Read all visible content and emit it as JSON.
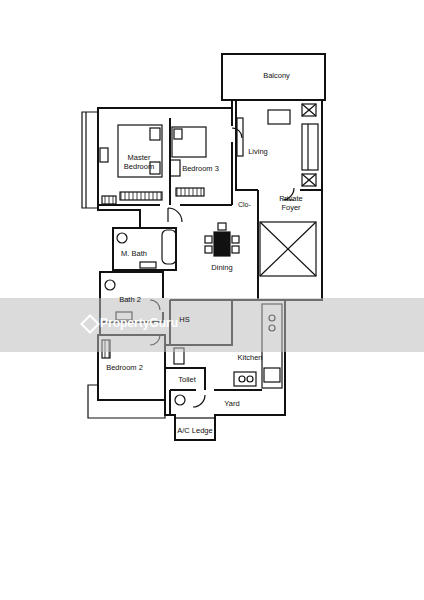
{
  "diagram": {
    "nodes": [
      {
        "text": [
          "Balcony"
        ]
      },
      {
        "text": [
          "Master Bedroom"
        ]
      },
      {
        "text": [
          "Bedroom 3"
        ]
      },
      {
        "text": [
          "Living"
        ]
      },
      {
        "text": [
          "Private Foyer"
        ]
      },
      {
        "text": [
          "M. Bath"
        ]
      },
      {
        "text": [
          "Dining"
        ]
      },
      {
        "text": [
          "Bath 2"
        ]
      },
      {
        "text": [
          "HS"
        ]
      },
      {
        "text": [
          "Kitchen"
        ]
      },
      {
        "text": [
          "Bedroom 2"
        ]
      },
      {
        "text": [
          "Toilet"
        ]
      },
      {
        "text": [
          "Yard"
        ]
      },
      {
        "text": [
          "A/C Ledge"
        ]
      }
    ],
    "labels": [
      "Clo-",
      "PropertyGuru"
    ]
  }
}
